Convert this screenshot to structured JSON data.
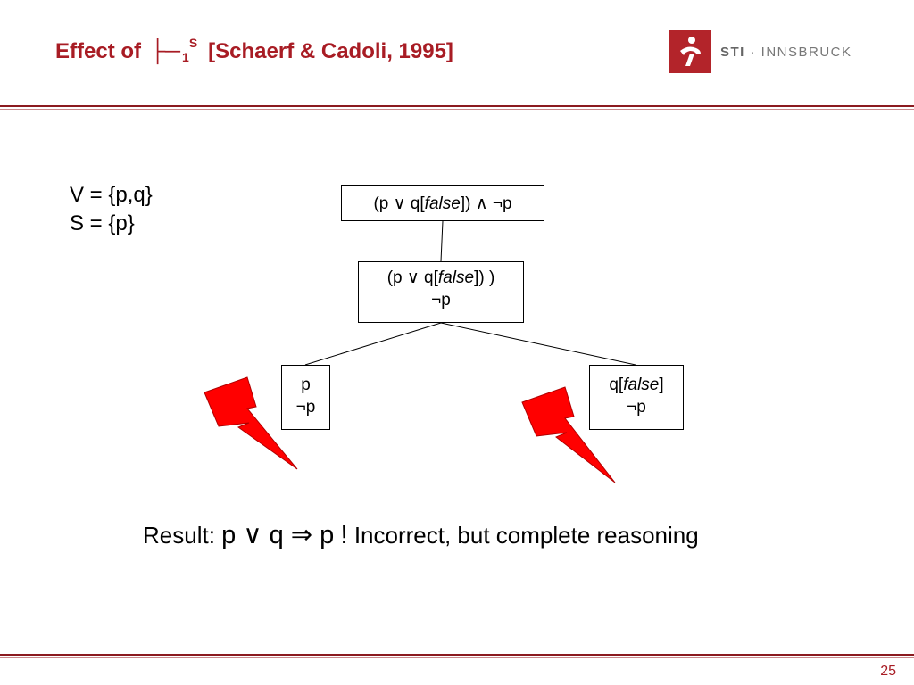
{
  "slide": {
    "title_prefix": "Effect of",
    "title_symbol": "├─",
    "title_subscript": "1",
    "title_superscript": "S",
    "title_reference": "[Schaerf & Cadoli, 1995]",
    "logo_text_bold": "STI",
    "logo_text_rest": " · INNSBRUCK",
    "brand_color": "#a81c24",
    "page_number": "25"
  },
  "definitions": {
    "v_line": "V = {p,q}",
    "s_line": "S = {p}"
  },
  "tree": {
    "root": {
      "pre": "(p ∨ q[",
      "italic": "false",
      "post": "]) ∧ ¬p"
    },
    "middle": {
      "line1_pre": "(p ∨ q[",
      "line1_italic": "false",
      "line1_post": "]) )",
      "line2": "¬p"
    },
    "left_leaf": {
      "line1": "p",
      "line2": "¬p"
    },
    "right_leaf": {
      "line1_pre": "q[",
      "line1_italic": "false",
      "line1_post": "]",
      "line2": "¬p"
    },
    "closed_marker_icon": "lightning-bolt-icon",
    "marker_color": "#ff0000"
  },
  "result": {
    "label": "Result:",
    "formula": "p ∨ q ⇒ p",
    "exclamation": "!",
    "comment": "Incorrect, but complete reasoning"
  }
}
